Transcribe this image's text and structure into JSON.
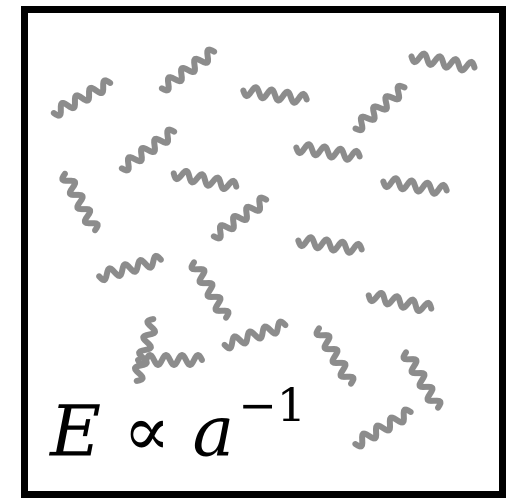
{
  "formula": {
    "lhs": "E",
    "relation": "∝",
    "base": "a",
    "exponent": "−1"
  },
  "wave_color": "#8c8c8c",
  "border_color": "#000000",
  "wave_count": 22
}
